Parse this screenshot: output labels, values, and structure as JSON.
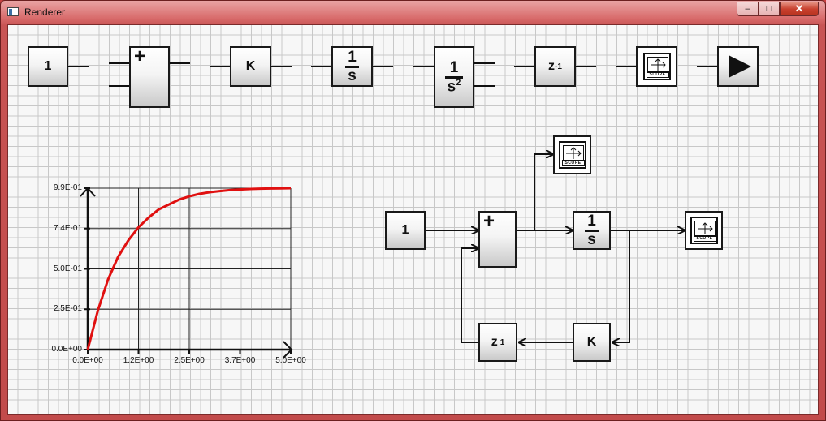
{
  "window": {
    "title": "Renderer",
    "min_glyph": "–",
    "max_glyph": "□",
    "close_glyph": "✕"
  },
  "palette": {
    "const_label": "1",
    "gain_label": "K",
    "integrator_num": "1",
    "integrator_den": "s",
    "double_integrator_num": "1",
    "double_integrator_den": "s",
    "double_integrator_exp": "2",
    "delay_label": "z",
    "delay_exp": "-1",
    "scope_text": "SCOPE",
    "sum_plus": "+"
  },
  "diagram": {
    "const_label": "1",
    "sum_plus": "+",
    "integrator_num": "1",
    "integrator_den": "s",
    "gain_label": "K",
    "delay_label": "z",
    "delay_exp": "1",
    "scope_text": "SCOPE"
  },
  "chart_data": {
    "type": "line",
    "title": "",
    "xlabel": "",
    "ylabel": "",
    "xlim": [
      0,
      5
    ],
    "ylim": [
      0,
      0.99
    ],
    "x_ticks": [
      "0.0E+00",
      "1.2E+00",
      "2.5E+00",
      "3.7E+00",
      "5.0E+00"
    ],
    "y_ticks": [
      "0.0E+00",
      "2.5E-01",
      "5.0E-01",
      "7.4E-01",
      "9.9E-01"
    ],
    "grid": true,
    "series": [
      {
        "color": "#e01010",
        "x": [
          0,
          0.25,
          0.5,
          0.75,
          1.0,
          1.25,
          1.5,
          1.75,
          2.0,
          2.25,
          2.5,
          2.75,
          3.0,
          3.25,
          3.5,
          3.75,
          4.0,
          4.25,
          4.5,
          4.75,
          5.0
        ],
        "y": [
          0,
          0.24,
          0.43,
          0.57,
          0.67,
          0.75,
          0.81,
          0.86,
          0.89,
          0.92,
          0.94,
          0.955,
          0.965,
          0.972,
          0.978,
          0.982,
          0.985,
          0.987,
          0.988,
          0.989,
          0.99
        ]
      }
    ]
  }
}
